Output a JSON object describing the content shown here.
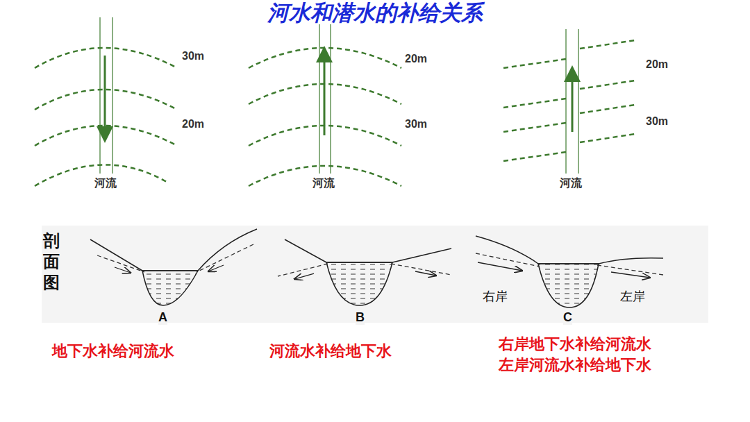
{
  "diagram": {
    "title": "河水和潜水的补给关系",
    "labels": [
      "30m",
      "20m",
      "河流",
      "20m",
      "30m",
      "河流",
      "20m",
      "30m",
      "河流",
      "剖面图",
      "A",
      "B",
      "C",
      "右岸",
      "左岸",
      "地下水补给河流水",
      "河流水补给地下水",
      "右岸地下水补给河流水",
      "左岸河流水补给地下水"
    ]
  }
}
